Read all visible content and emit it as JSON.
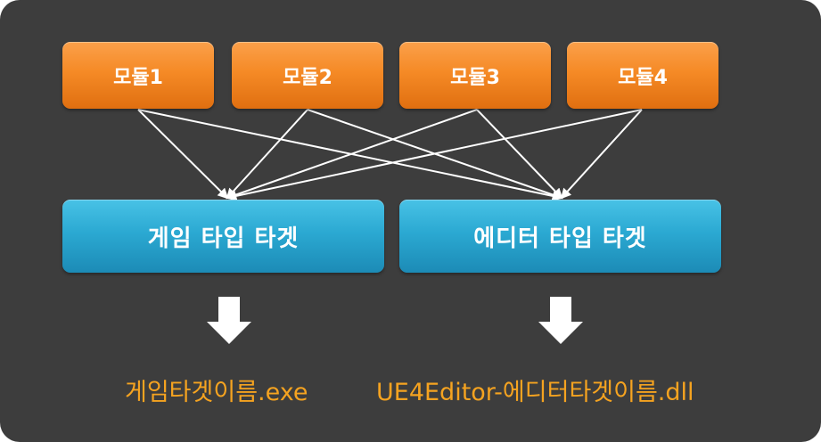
{
  "modules": [
    "모듈1",
    "모듈2",
    "모듈3",
    "모듈4"
  ],
  "targets": {
    "game": "게임 타입 타겟",
    "editor": "에디터 타입 타겟"
  },
  "outputs": {
    "game": "게임타겟이름.exe",
    "editor": "UE4Editor-에디터타겟이름.dll"
  },
  "colors": {
    "background": "#3d3d3d",
    "module": "#f58a26",
    "target": "#2ba9d2",
    "output_text": "#f5a320",
    "arrow": "#ffffff"
  }
}
